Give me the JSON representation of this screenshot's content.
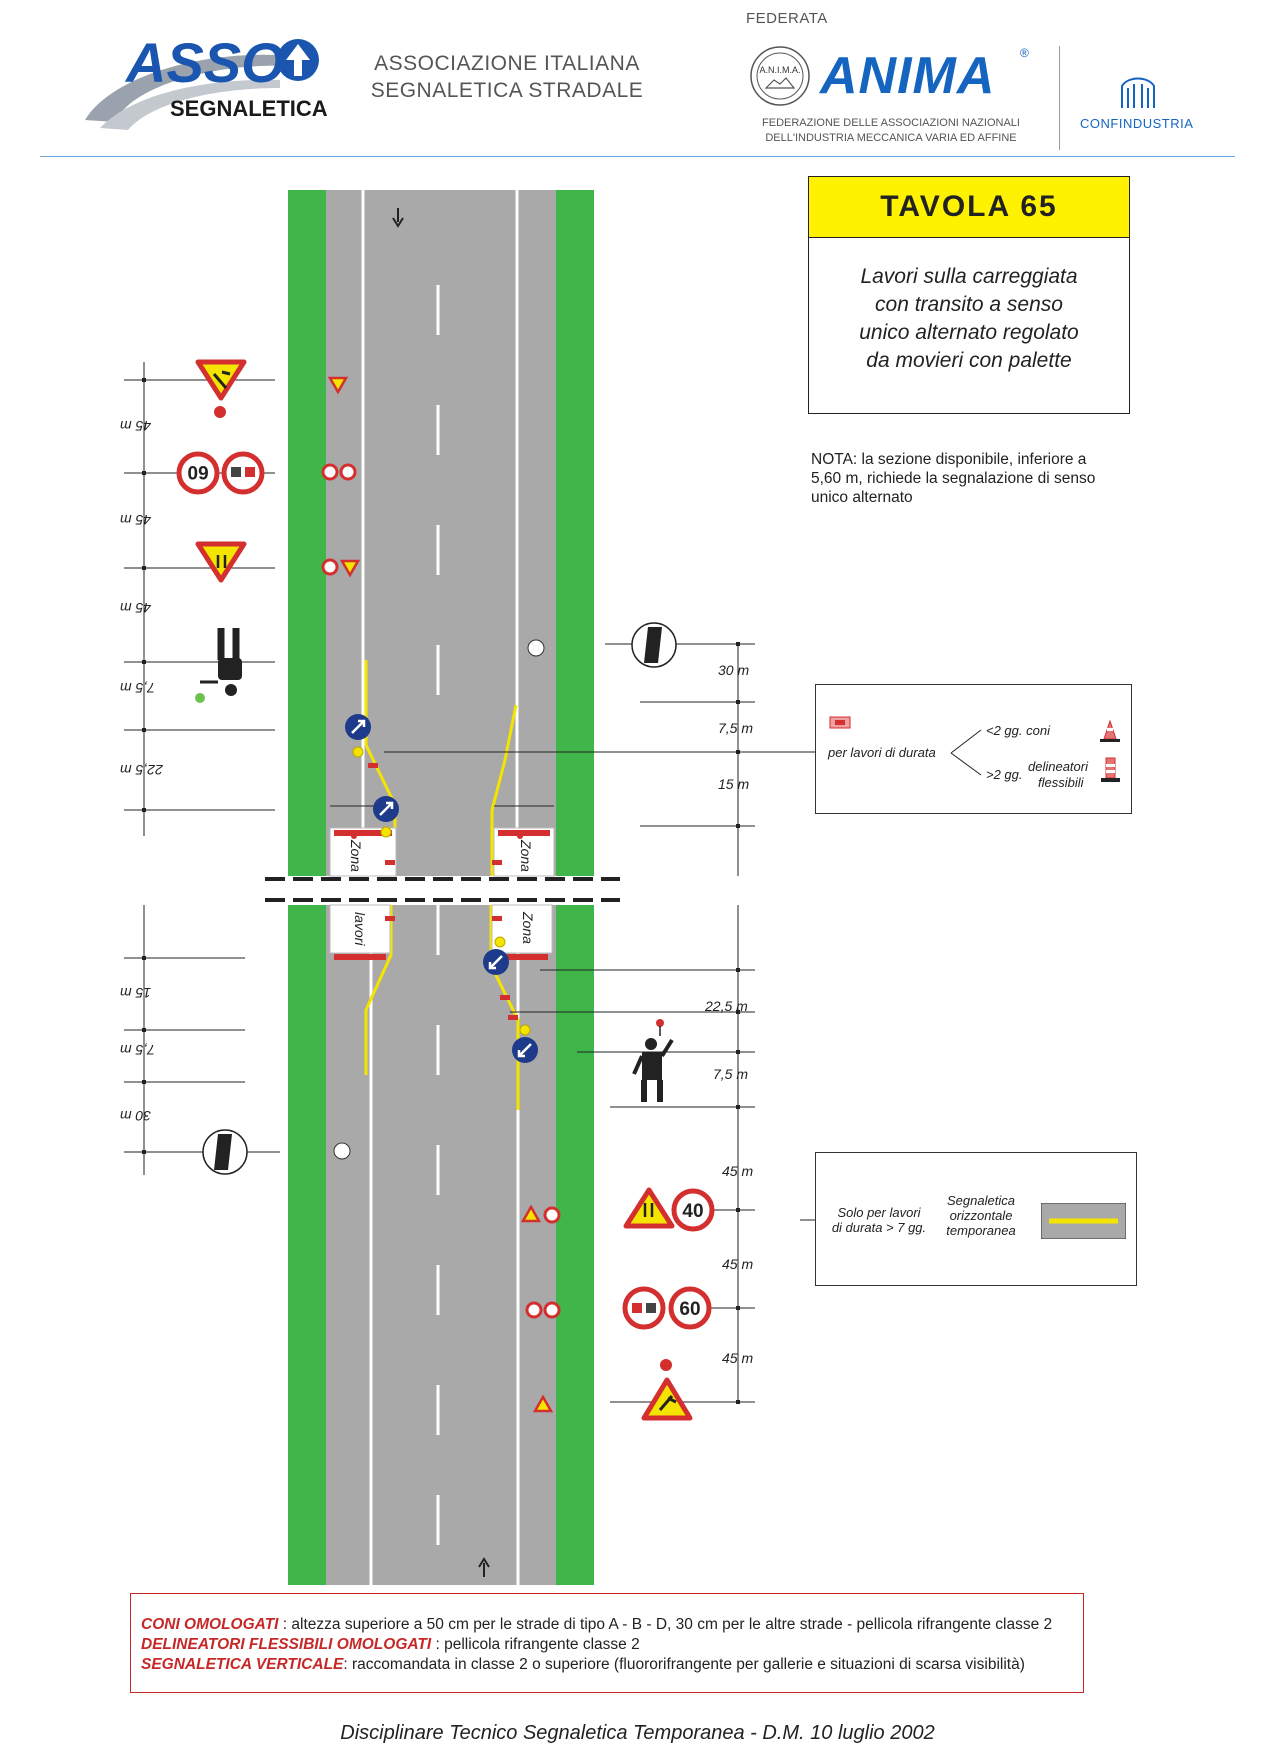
{
  "header": {
    "logo_asso": "ASSO",
    "logo_segnaletica": "SEGNALETICA",
    "assoc_line1": "ASSOCIAZIONE ITALIANA",
    "assoc_line2": "SEGNALETICA STRADALE",
    "federata": "FEDERATA",
    "anima_seal": "A.N.I.M.A.",
    "anima_word": "ANIMA",
    "anima_reg": "®",
    "fed_line1": "FEDERAZIONE DELLE ASSOCIAZIONI NAZIONALI",
    "fed_line2": "DELL'INDUSTRIA MECCANICA VARIA ED AFFINE",
    "confindustria": "CONFINDUSTRIA"
  },
  "tavola": {
    "title": "TAVOLA  65",
    "desc_line1": "Lavori sulla carreggiata",
    "desc_line2": "con transito a senso",
    "desc_line3": "unico alternato regolato",
    "desc_line4": "da movieri con palette"
  },
  "nota": {
    "line1": "NOTA: la sezione disponibile, inferiore a",
    "line2": "5,60 m, richiede la segnalazione di senso",
    "line3": "unico alternato"
  },
  "legend1": {
    "label": "per lavori di durata",
    "opt1": "<2 gg. coni",
    "opt2_a": ">2 gg.",
    "opt2_b": "delineatori",
    "opt2_c": "flessibili"
  },
  "legend2": {
    "left_line1": "Solo per lavori",
    "left_line2": "di durata > 7 gg.",
    "mid_line1": "Segnaletica",
    "mid_line2": "orizzontale",
    "mid_line3": "temporanea"
  },
  "distances_left": {
    "d1": "45 m",
    "d2": "45 m",
    "d3": "45 m",
    "d4": "7,5 m",
    "d5": "22,5 m",
    "d6": "15 m",
    "d7": "7,5 m",
    "d8": "30 m"
  },
  "distances_right": {
    "d1": "30 m",
    "d2": "7,5 m",
    "d3": "15 m",
    "d4": "22,5 m",
    "d5": "7,5 m",
    "d6": "45 m",
    "d7": "45 m",
    "d8": "45 m"
  },
  "sign_text": {
    "speed_top": "60",
    "speed_bottom_40": "40",
    "speed_bottom_60": "60",
    "zona": "Zona",
    "lavori": "lavori"
  },
  "notes": {
    "n1_label": "CONI OMOLOGATI",
    "n1_text": " : altezza superiore a 50 cm per le strade di tipo A - B - D, 30 cm per le altre strade - pellicola rifrangente classe 2",
    "n2_label": "DELINEATORI FLESSIBILI OMOLOGATI",
    "n2_text": " :  pellicola rifrangente classe 2",
    "n3_label": "SEGNALETICA VERTICALE",
    "n3_text": ": raccomandata in classe 2 o superiore (fluororifrangente per gallerie e situazioni di scarsa visibilità)"
  },
  "footer": "Disciplinare Tecnico Segnaletica Temporanea - D.M.  10 luglio 2002",
  "colors": {
    "green": "#3fb54a",
    "asphalt": "#a9a9a9",
    "yellow": "#f5e400",
    "red": "#d32f2f",
    "blue": "#1e3a8a",
    "band_yellow": "#fff200"
  }
}
